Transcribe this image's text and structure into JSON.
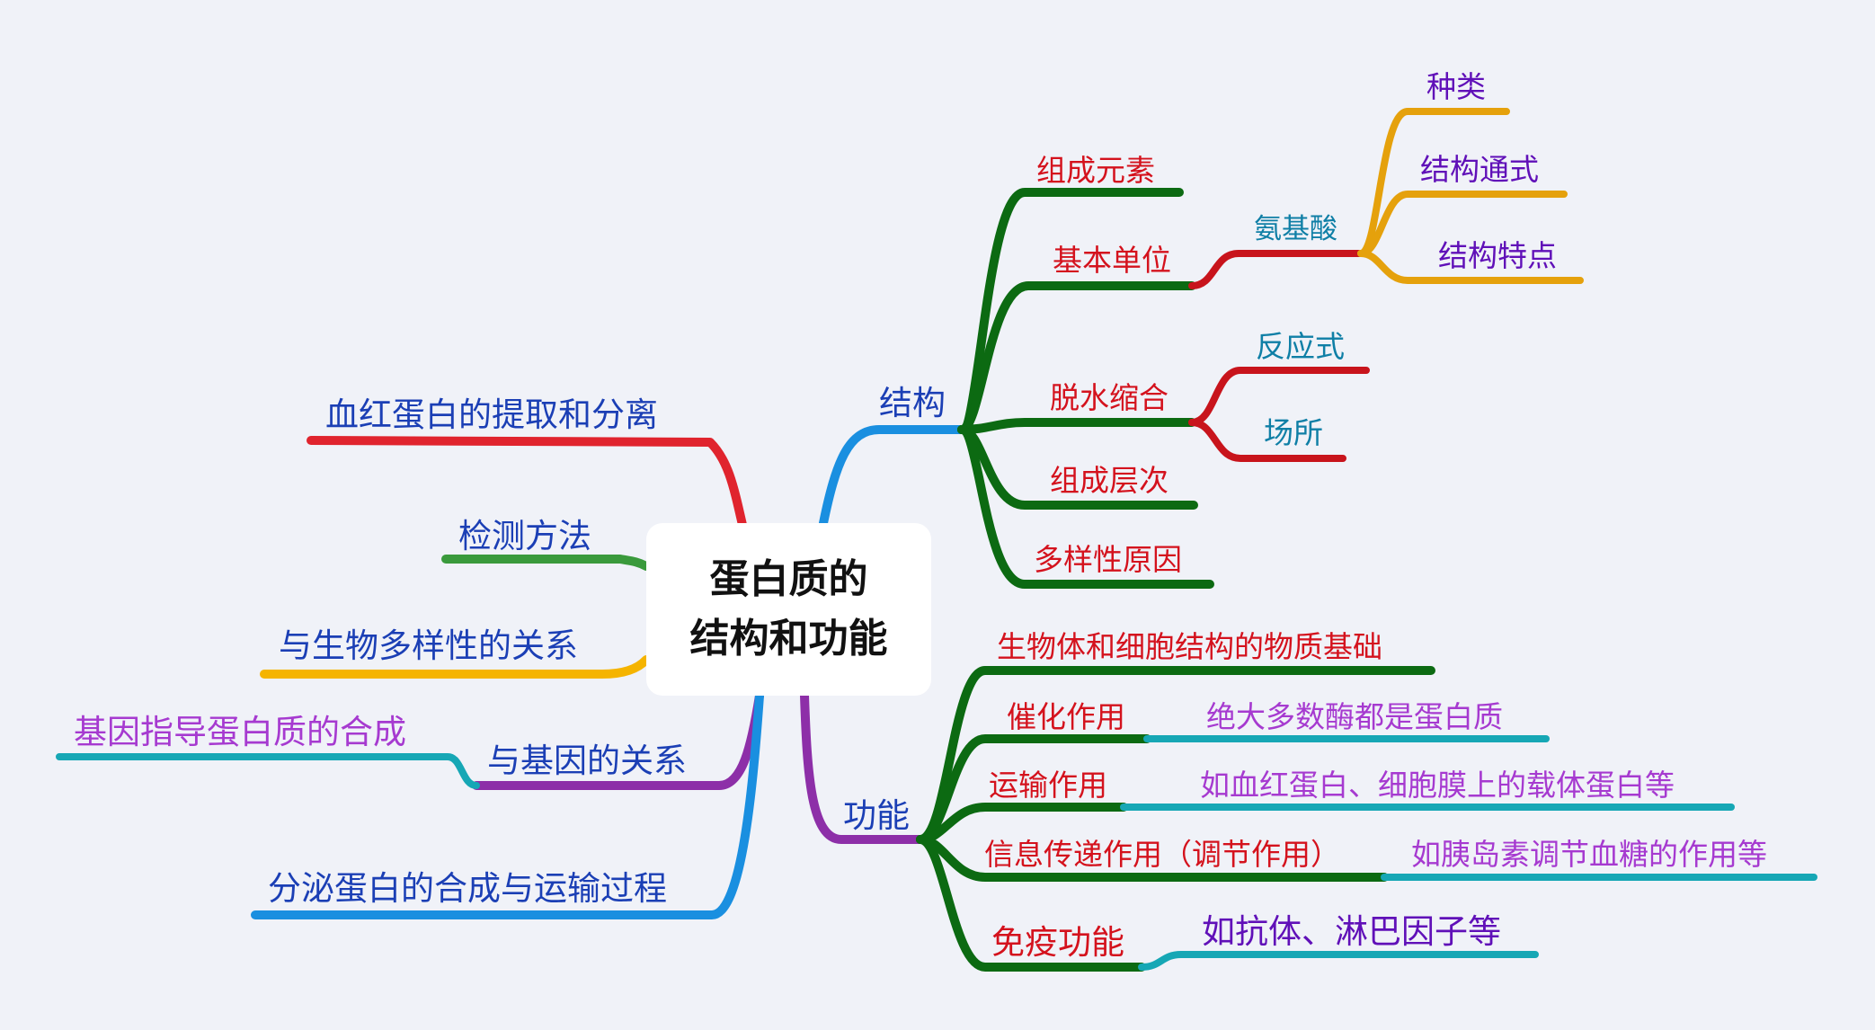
{
  "center": {
    "line1": "蛋白质的",
    "line2": "结构和功能"
  },
  "colors": {
    "blue": "#1a8fe0",
    "purple": "#8d2fa8",
    "red": "#e0242e",
    "green": "#3a9a3c",
    "yellow": "#f5b400",
    "teal": "#16a7b5",
    "darkgreen": "#0c6a12",
    "crimson": "#c8141c",
    "orange": "#e5a10c",
    "text_blue": "#1b3fb5",
    "text_red": "#d4121d",
    "text_purple": "#6010b8",
    "text_violet": "#a63ad0",
    "text_teal": "#0f7fa6"
  },
  "left": {
    "hemoglobin": "血红蛋白的提取和分离",
    "detection": "检测方法",
    "biodiversity": "与生物多样性的关系",
    "gene_relation": "与基因的关系",
    "gene_guided": "基因指导蛋白质的合成",
    "secretion": "分泌蛋白的合成与运输过程"
  },
  "structure": {
    "label": "结构",
    "elements": "组成元素",
    "basic_unit": "基本单位",
    "amino_acid": "氨基酸",
    "kinds": "种类",
    "general_formula": "结构通式",
    "features": "结构特点",
    "dehydration": "脱水缩合",
    "reaction": "反应式",
    "site": "场所",
    "levels": "组成层次",
    "diversity_cause": "多样性原因"
  },
  "function": {
    "label": "功能",
    "material_basis": "生物体和细胞结构的物质基础",
    "catalysis": "催化作用",
    "catalysis_detail": "绝大多数酶都是蛋白质",
    "transport": "运输作用",
    "transport_detail": "如血红蛋白、细胞膜上的载体蛋白等",
    "signaling": "信息传递作用（调节作用）",
    "signaling_detail": "如胰岛素调节血糖的作用等",
    "immunity": "免疫功能",
    "immunity_detail": "如抗体、淋巴因子等"
  }
}
